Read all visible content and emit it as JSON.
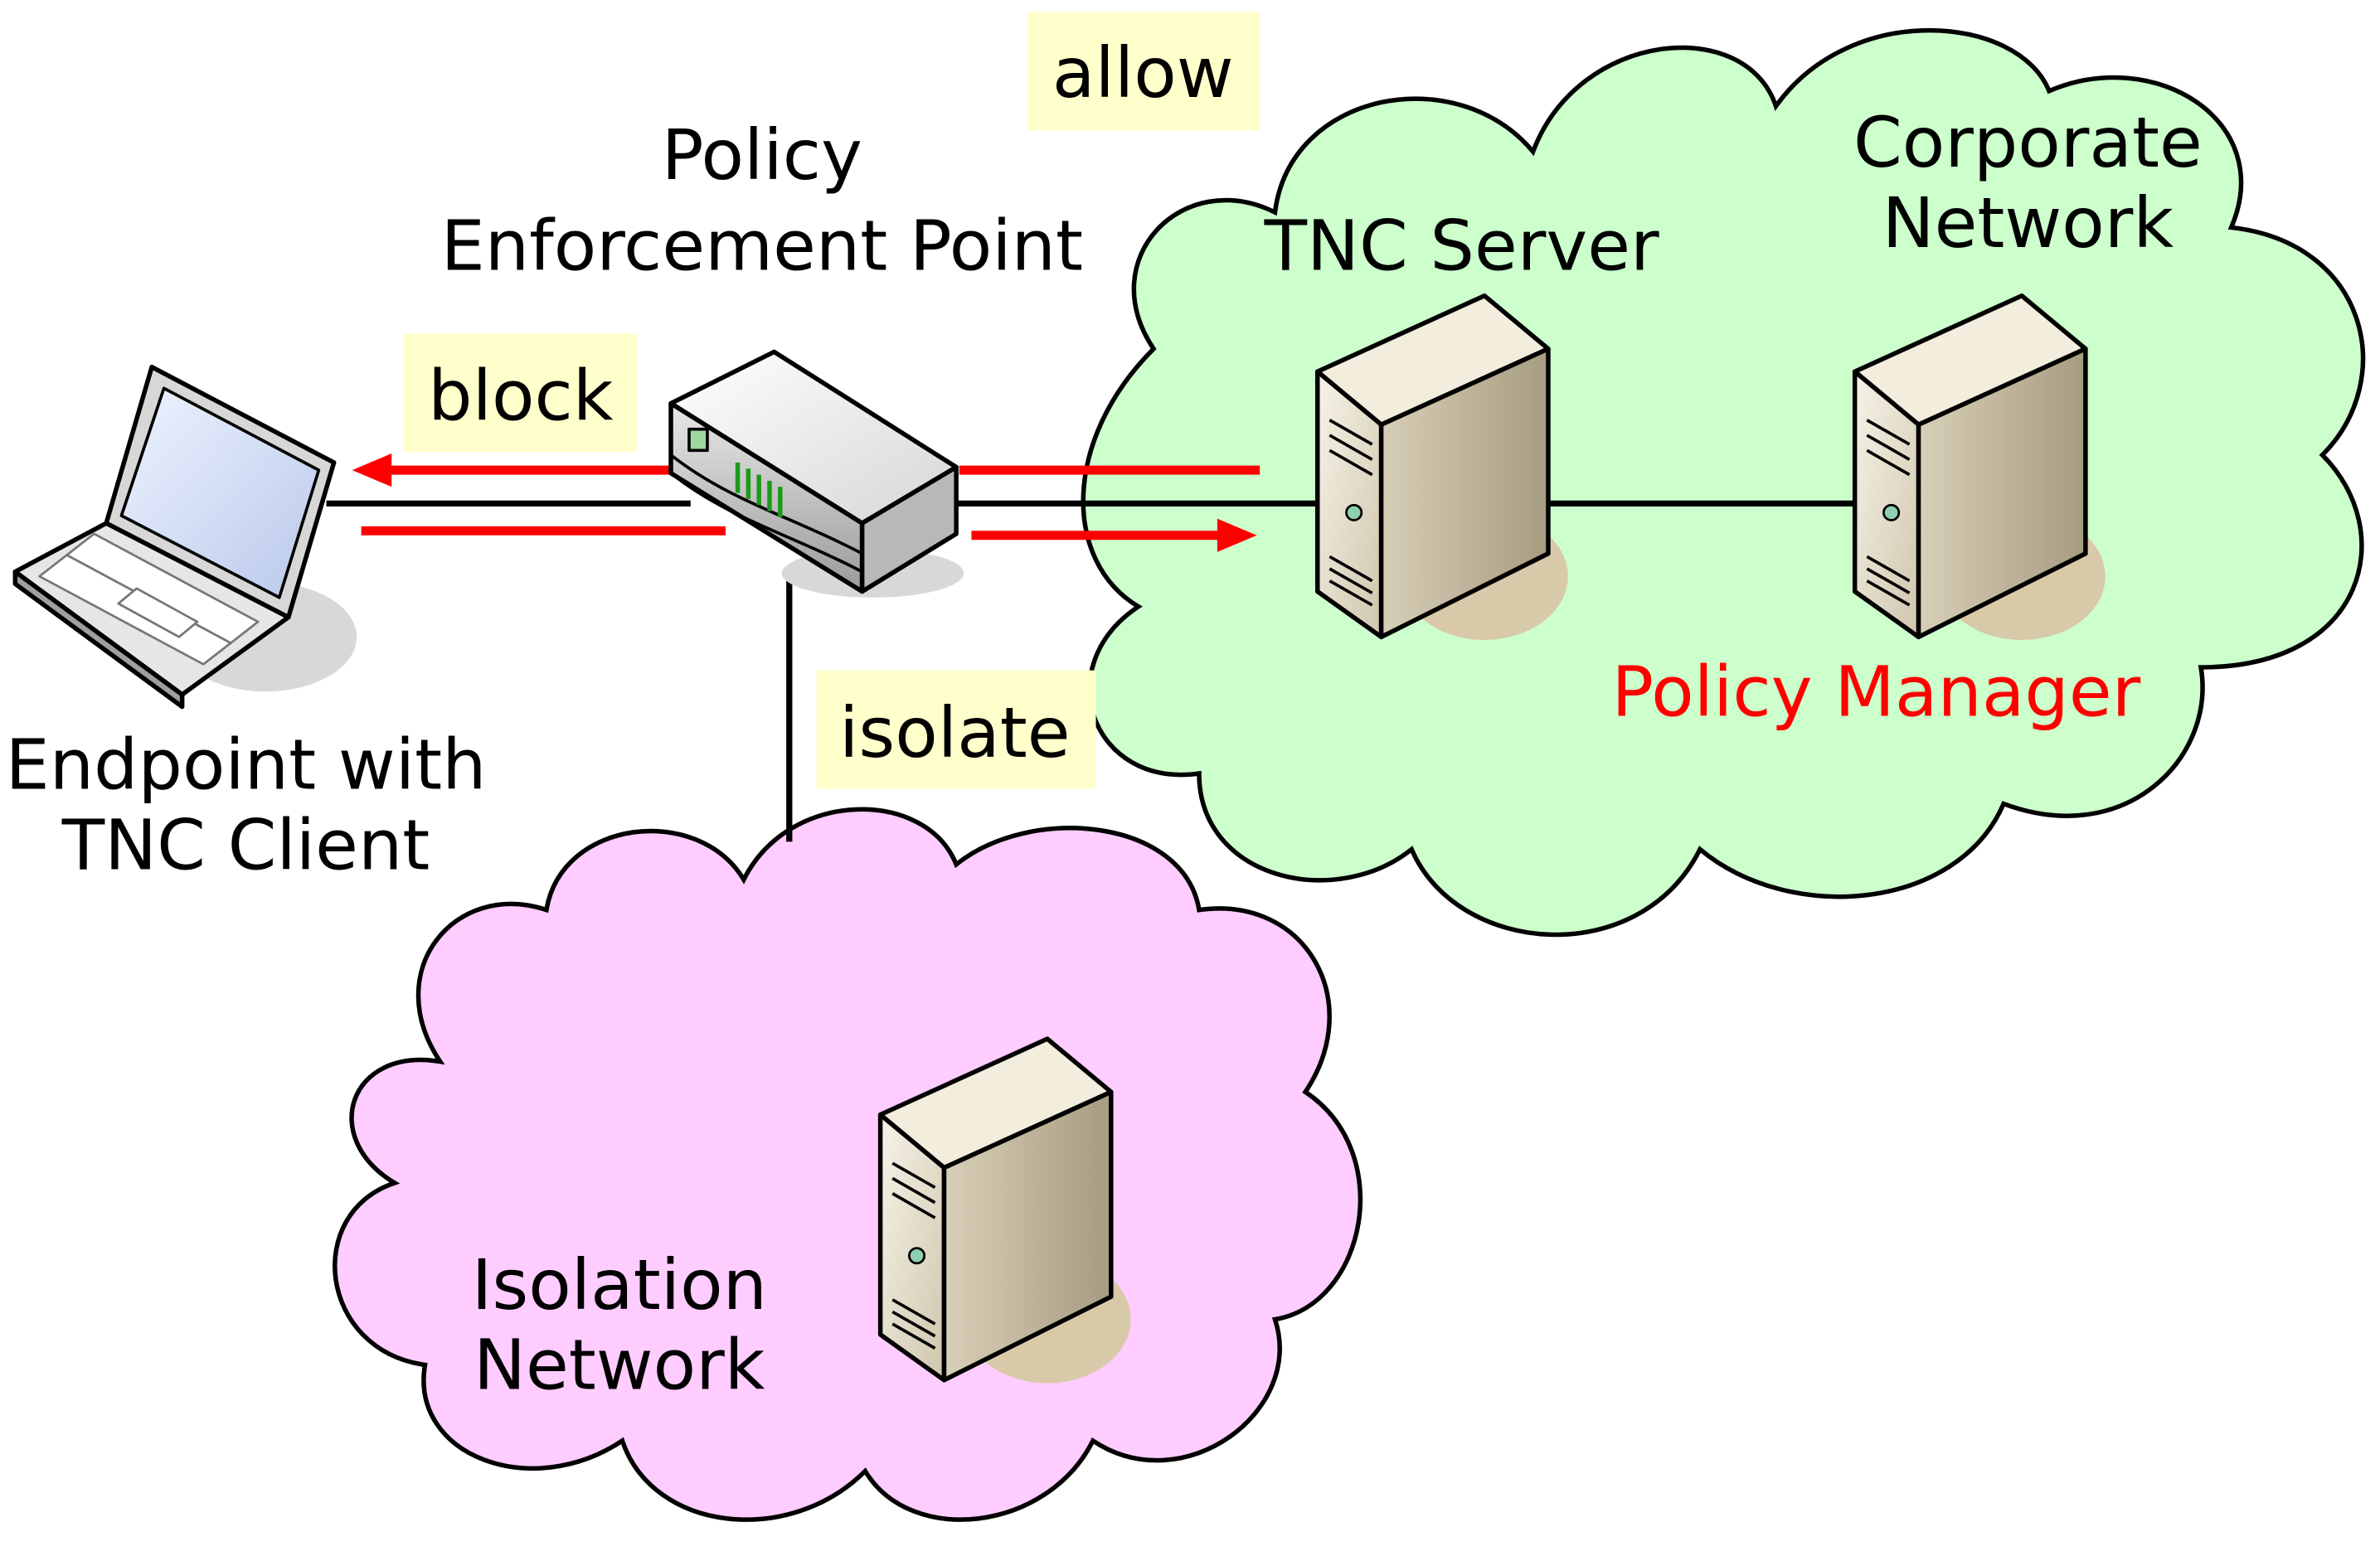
{
  "labels": {
    "pep_line1": "Policy",
    "pep_line2": "Enforcement Point",
    "endpoint_line1": "Endpoint with",
    "endpoint_line2": "TNC Client",
    "tnc_server": "TNC Server",
    "corporate_line1": "Corporate",
    "corporate_line2": "Network",
    "policy_manager": "Policy Manager",
    "isolation_line1": "Isolation",
    "isolation_line2": "Network"
  },
  "actions": {
    "allow": "allow",
    "block": "block",
    "isolate": "isolate"
  },
  "colors": {
    "corporate_cloud": "#ccffcc",
    "isolation_cloud": "#ffccff",
    "action_box": "#ffffcc",
    "arrow": "#ff0000",
    "policy_manager_text": "#ff0000"
  },
  "icons": {
    "endpoint": "laptop-icon",
    "pep": "network-switch-icon",
    "tnc_server": "server-tower-icon",
    "policy_manager": "server-tower-icon",
    "isolation_server": "server-tower-icon"
  }
}
